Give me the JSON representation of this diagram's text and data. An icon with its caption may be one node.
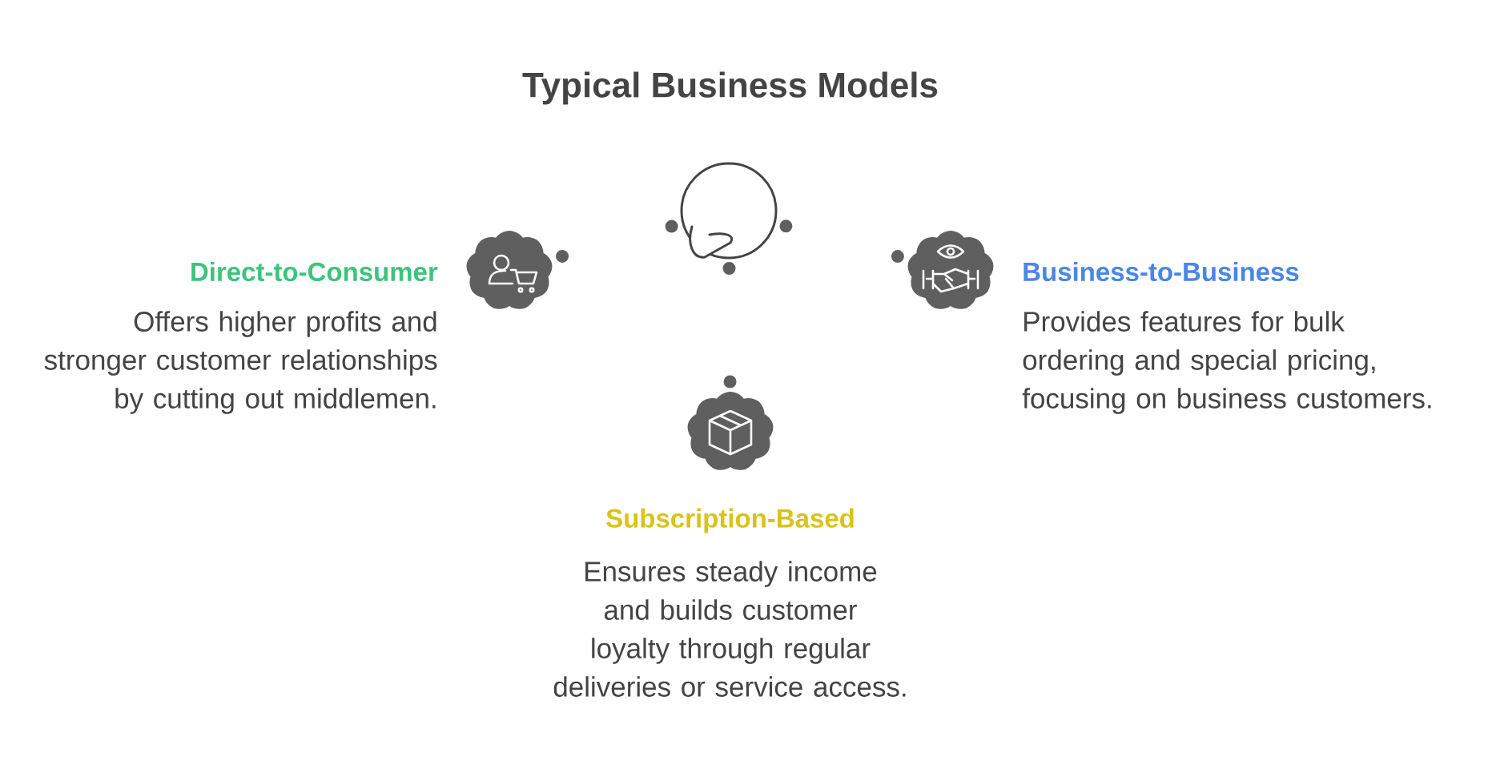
{
  "diagram": {
    "title": "Typical Business Models",
    "nodes": [
      {
        "text": [],
        "shape": "circle"
      },
      {
        "text": [],
        "shape": "cloud",
        "beside": [
          "Direct-to-Consumer",
          "Offers higher profits and stronger customer relationships by cutting out middlemen."
        ]
      },
      {
        "text": [],
        "shape": "cloud",
        "beside": [
          "Business-to-Business",
          "Provides features for bulk ordering and special pricing, focusing on business customers."
        ]
      },
      {
        "text": [],
        "shape": "cloud",
        "beside": [
          "Subscription-Based",
          "Ensures steady income and builds customer loyalty through regular deliveries or service access."
        ]
      }
    ],
    "edges": [
      {
        "from": 0,
        "to": 1,
        "arrow": "none"
      },
      {
        "from": 0,
        "to": 2,
        "arrow": "none"
      },
      {
        "from": 0,
        "to": 3,
        "arrow": "none"
      }
    ]
  }
}
